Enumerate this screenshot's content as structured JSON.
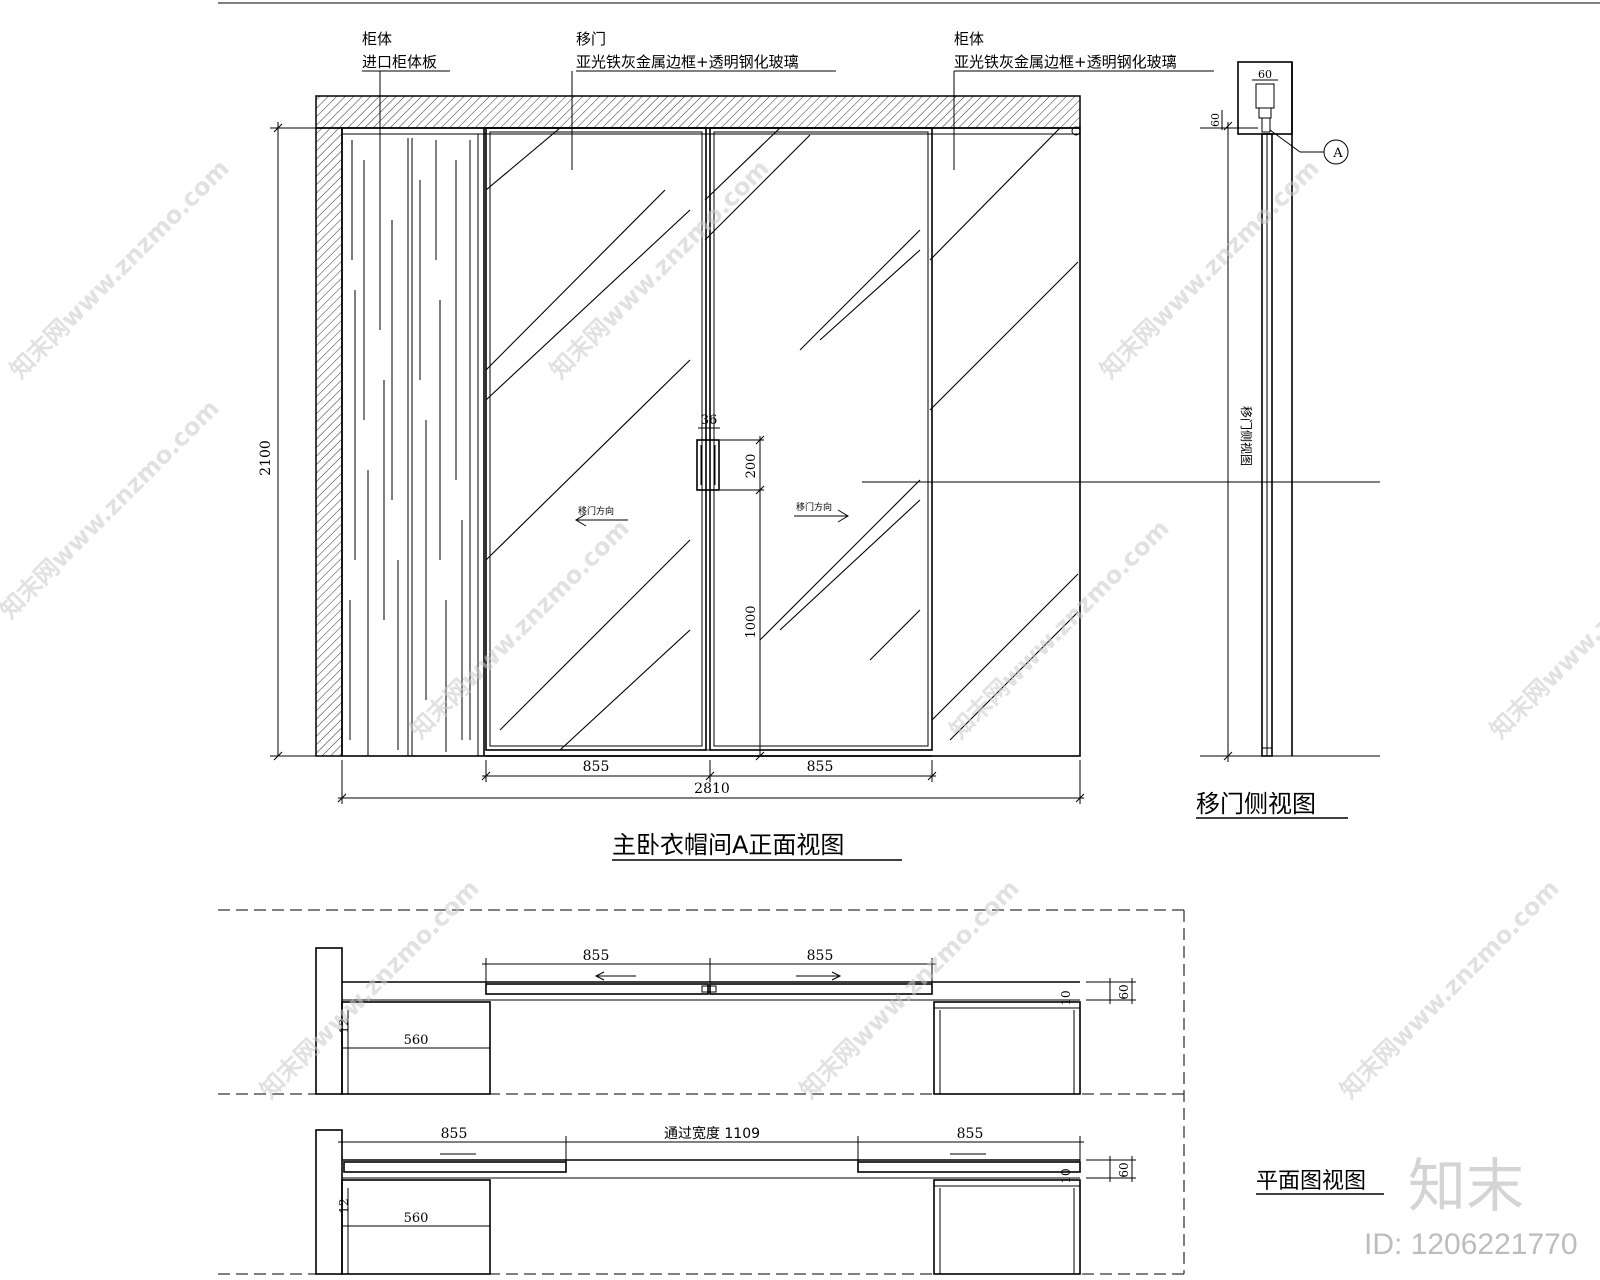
{
  "elevation": {
    "title": "主卧衣帽间A正面视图",
    "callout_cabinet_left": {
      "line1": "柜体",
      "line2": "进口柜体板"
    },
    "callout_door": {
      "line1": "移门",
      "line2": "亚光铁灰金属边框+透明钢化玻璃"
    },
    "callout_cabinet_right": {
      "line1": "柜体",
      "line2": "亚光铁灰金属边框+透明钢化玻璃"
    },
    "dim_height": "2100",
    "dim_handle_width": "36",
    "dim_handle_height": "200",
    "dim_handle_floor": "1000",
    "dim_leaf_left": "855",
    "dim_leaf_right": "855",
    "dim_total": "2810",
    "arrow_left_text": "移门方向",
    "arrow_right_text": "移门方向"
  },
  "side_view": {
    "title": "移门侧视图",
    "dim_top_width": "60",
    "dim_top_height": "60",
    "detail_tag": "A",
    "vertical_label": "移门侧视图"
  },
  "plan_view": {
    "title": "平面图视图",
    "closed": {
      "dim_leaf_left": "855",
      "dim_leaf_right": "855",
      "dim_cabinet": "560",
      "dim_depth": "60",
      "dim_gap": "10",
      "dim_side": "12"
    },
    "open": {
      "dim_leaf_left": "855",
      "dim_leaf_right": "855",
      "dim_passage": "通过宽度 1109",
      "dim_cabinet": "560",
      "dim_depth": "60",
      "dim_gap": "10",
      "dim_side": "12"
    }
  },
  "watermark": {
    "text": "知末网www.znzmo.com",
    "logo": "知末",
    "id_text": "ID: 1206221770"
  }
}
